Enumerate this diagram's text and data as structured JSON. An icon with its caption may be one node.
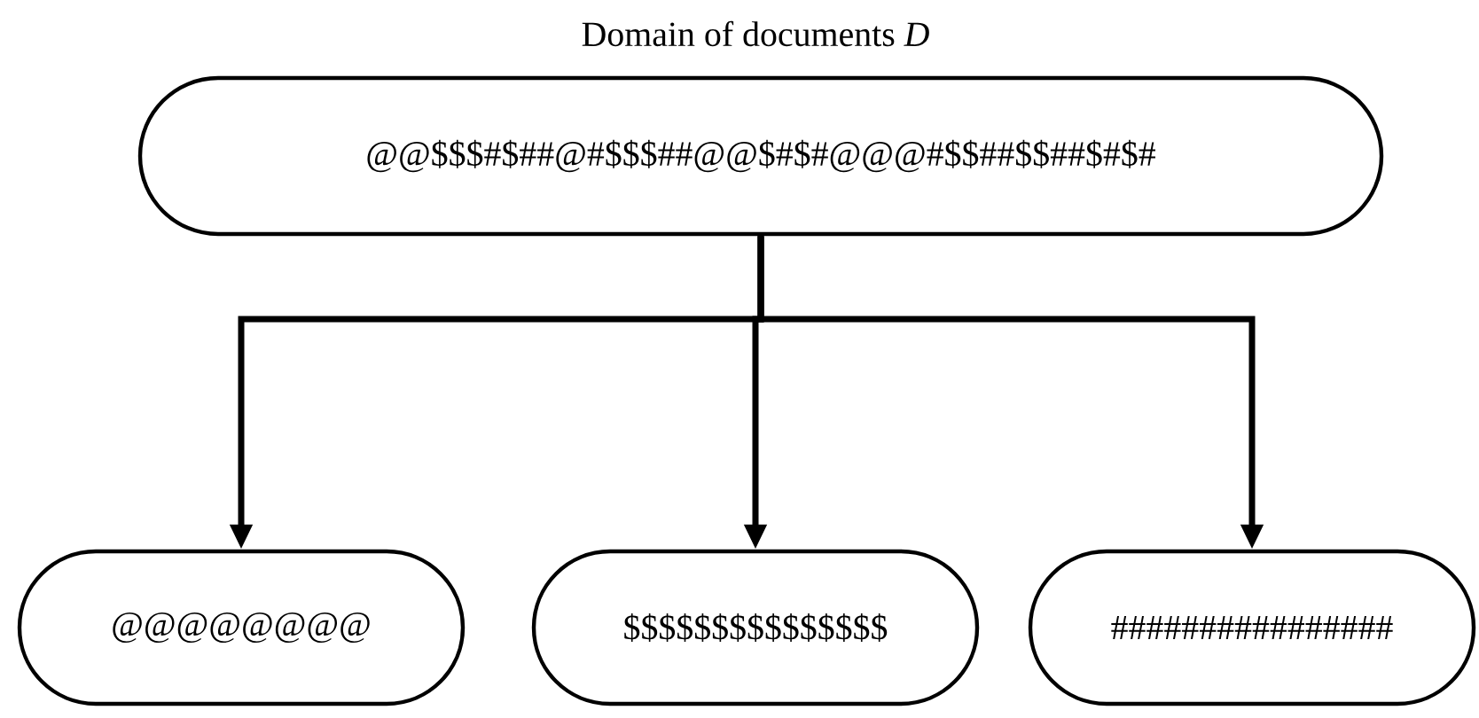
{
  "diagram": {
    "title": "Domain of documents *D*",
    "nodes": [
      {
        "text": [
          "@@$$$#$##@#$$$##@@$#$#@@@#$$##$$##$#$#"
        ]
      },
      {
        "text": [
          "@@@@@@@@"
        ]
      },
      {
        "text": [
          "$$$$$$$$$$$$$$$"
        ]
      },
      {
        "text": [
          "################"
        ]
      }
    ],
    "edges": [
      {
        "from": 0,
        "to": 1,
        "arrow": "to"
      },
      {
        "from": 0,
        "to": 2,
        "arrow": "to"
      },
      {
        "from": 0,
        "to": 3,
        "arrow": "to"
      }
    ]
  }
}
